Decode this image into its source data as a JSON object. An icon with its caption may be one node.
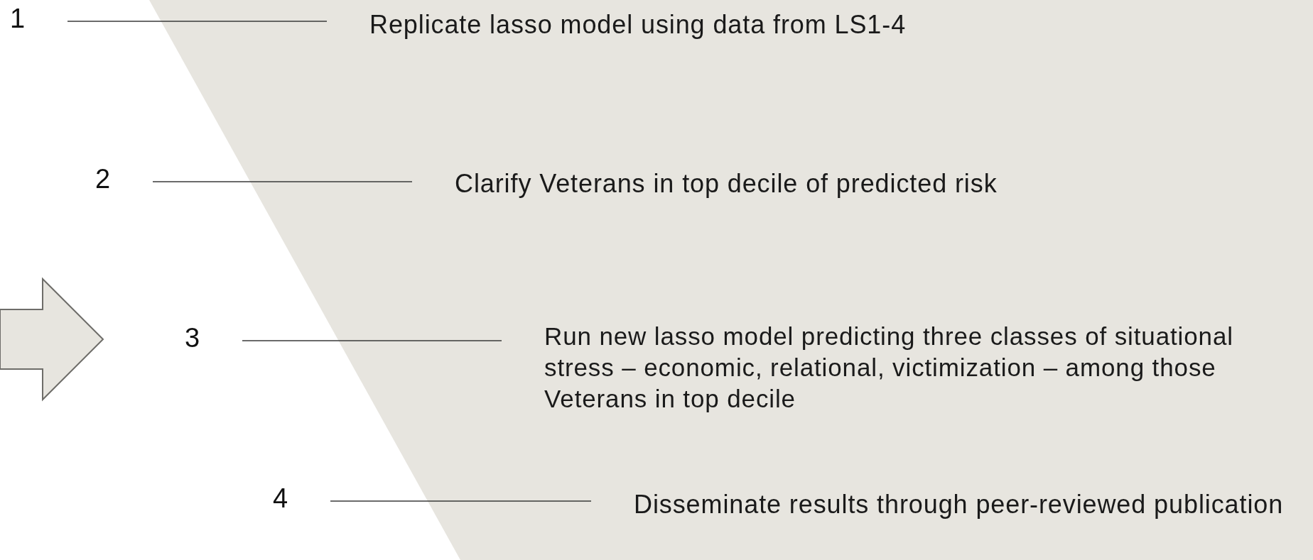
{
  "diagram": {
    "nodes": [
      {
        "text": [
          "1"
        ]
      },
      {
        "text": [
          "Replicate lasso model using data from LS1-4"
        ]
      },
      {
        "text": [
          "2"
        ]
      },
      {
        "text": [
          "Clarify Veterans in top decile of predicted risk"
        ]
      },
      {
        "text": [
          "3"
        ]
      },
      {
        "text": [
          "Run new lasso model predicting three classes of situational stress – economic, relational, victimization – among those Veterans in top decile"
        ]
      },
      {
        "text": [
          "4"
        ]
      },
      {
        "text": [
          "Disseminate results through peer-reviewed publication"
        ]
      }
    ],
    "edges": [
      {
        "from": 0,
        "to": 1,
        "arrow": "none"
      },
      {
        "from": 2,
        "to": 3,
        "arrow": "none"
      },
      {
        "from": 4,
        "to": 5,
        "arrow": "none"
      },
      {
        "from": 6,
        "to": 7,
        "arrow": "none"
      }
    ]
  }
}
